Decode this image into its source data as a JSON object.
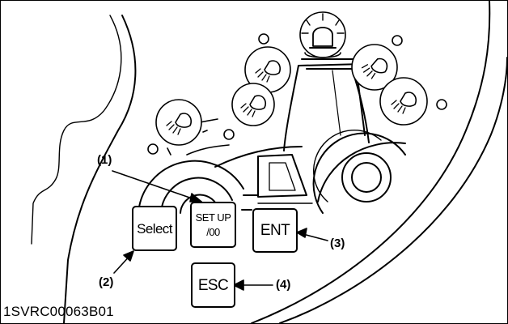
{
  "figure_code": "1SVRC00063B01",
  "buttons": {
    "select": "Select",
    "setup_line1": "SET UP",
    "setup_line2": "/00",
    "ent": "ENT",
    "esc": "ESC"
  },
  "callouts": {
    "setup": "(1)",
    "select": "(2)",
    "ent": "(3)",
    "esc": "(4)"
  },
  "icons": {
    "beacon": "rotating-beacon-icon",
    "work_light": "work-light-icon",
    "indicator": "indicator-lamp-icon"
  },
  "colors": {
    "line": "#000000",
    "background": "#ffffff"
  }
}
